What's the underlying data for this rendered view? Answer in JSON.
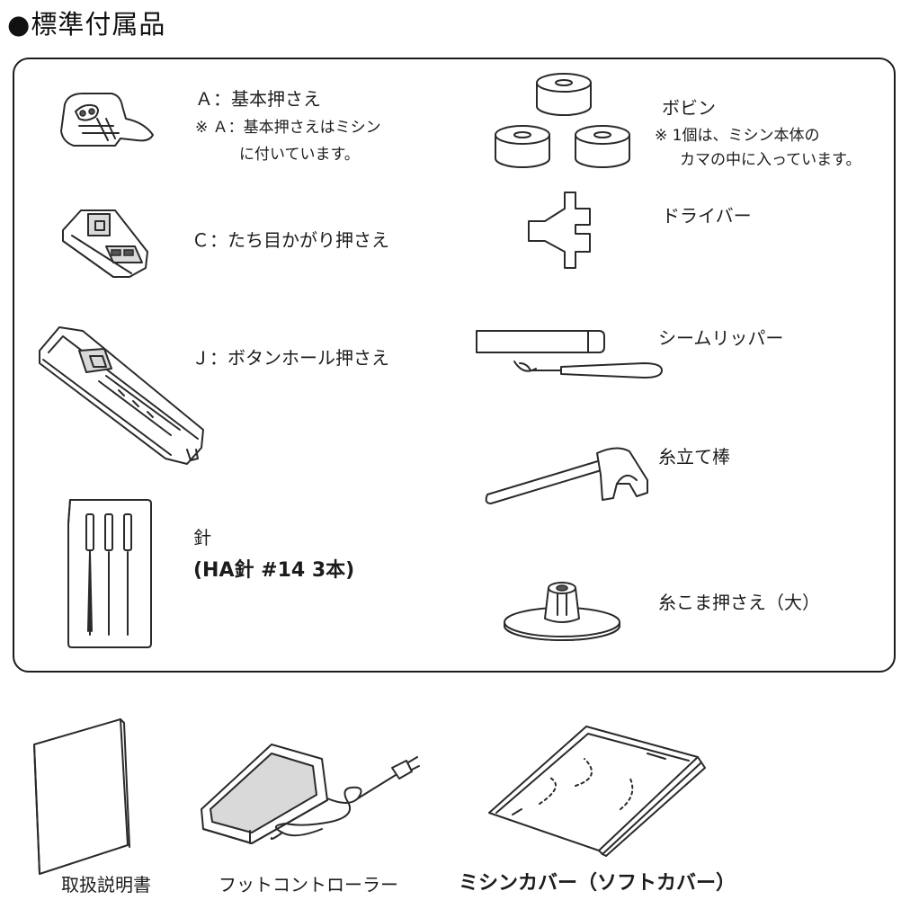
{
  "page": {
    "bullet": "●",
    "title": "標準付属品"
  },
  "items": {
    "foot_a": {
      "label": "Ａ：基本押さえ",
      "note_line1": "※ Ａ：基本押さえはミシン",
      "note_line2": "に付いています。"
    },
    "bobbin": {
      "label": "ボビン",
      "note_line1": "※ 1個は、ミシン本体の",
      "note_line2": "カマの中に入っています。"
    },
    "foot_c": {
      "label": "Ｃ：たち目かがり押さえ"
    },
    "screwdriver": {
      "label": "ドライバー"
    },
    "foot_j": {
      "label": "Ｊ：ボタンホール押さえ"
    },
    "seam_ripper": {
      "label": "シームリッパー"
    },
    "spool_pin": {
      "label": "糸立て棒"
    },
    "needle": {
      "label": "針",
      "detail": "(HA針 #14 3本)"
    },
    "spool_cap": {
      "label": "糸こま押さえ（大）"
    },
    "manual": {
      "label": "取扱説明書"
    },
    "foot_controller": {
      "label": "フットコントローラー"
    },
    "cover": {
      "label": "ミシンカバー（ソフトカバー）"
    }
  }
}
